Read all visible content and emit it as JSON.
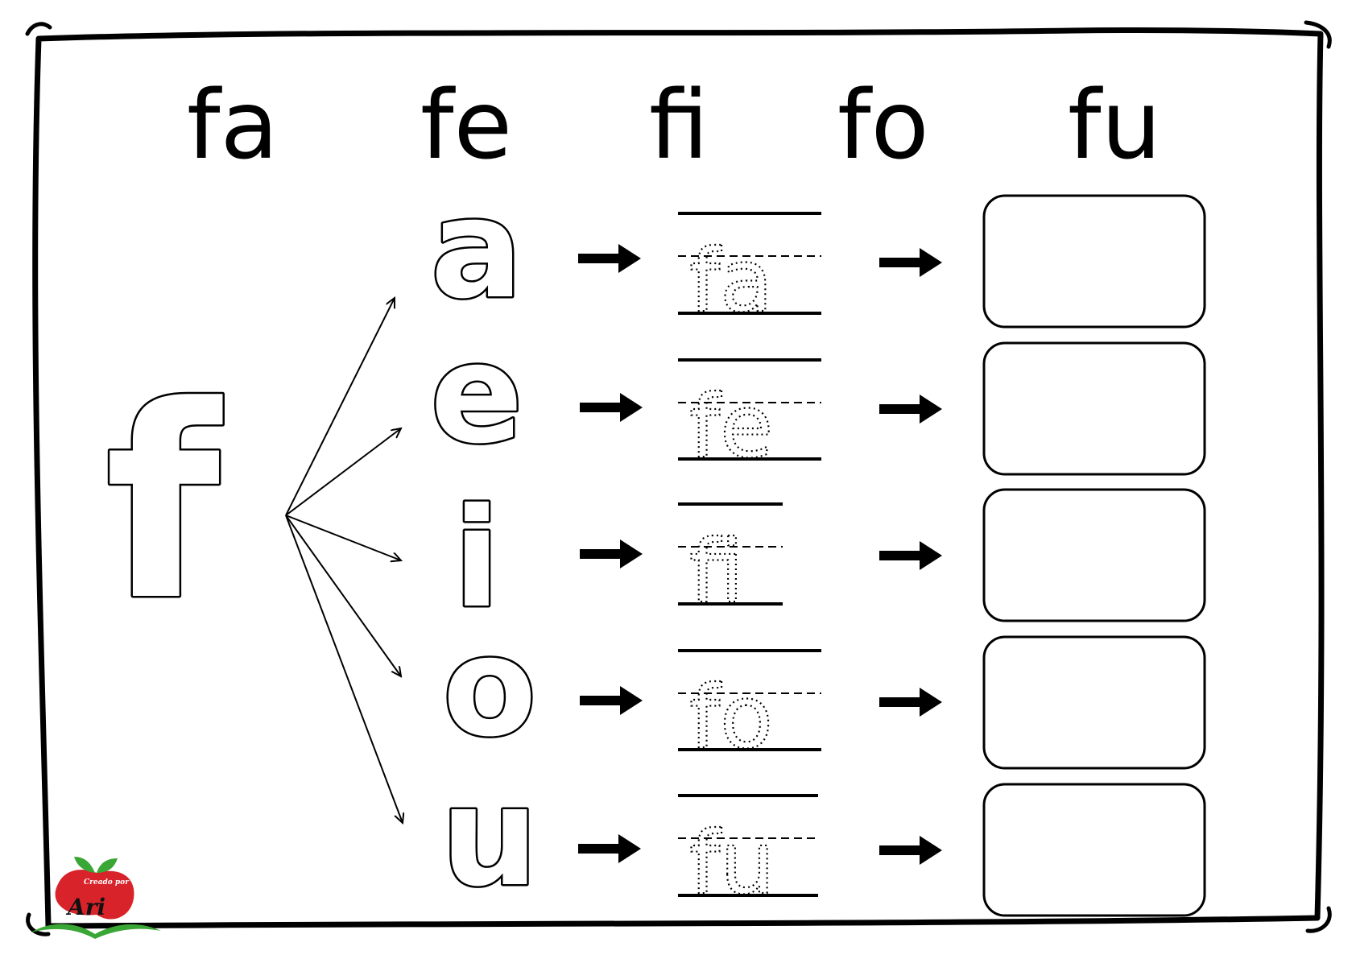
{
  "header_syllables": [
    "fa",
    "fe",
    "fi",
    "fo",
    "fu"
  ],
  "main_letter": "f",
  "vowels": [
    "a",
    "e",
    "i",
    "o",
    "u"
  ],
  "trace_syllables": [
    "fa",
    "fe",
    "fi",
    "fo",
    "fu"
  ],
  "logo": {
    "small_text": "Creado por",
    "name": "Ari"
  },
  "colors": {
    "ink": "#000000",
    "paper": "#ffffff",
    "logo_red": "#d8232a",
    "logo_green": "#3aa635"
  },
  "icons": [
    "right-arrow-icon",
    "branch-arrow-icon",
    "apple-book-logo-icon"
  ]
}
